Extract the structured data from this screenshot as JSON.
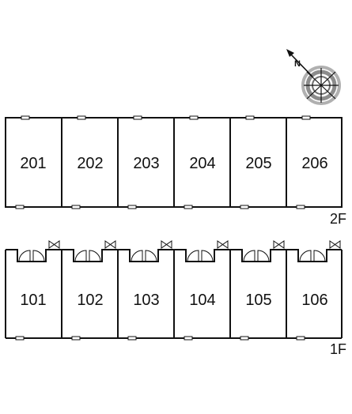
{
  "floors": [
    {
      "label": "2F",
      "units": [
        "201",
        "202",
        "203",
        "204",
        "205",
        "206"
      ]
    },
    {
      "label": "1F",
      "units": [
        "101",
        "102",
        "103",
        "104",
        "105",
        "106"
      ]
    }
  ],
  "compass": {
    "north_label": "N"
  },
  "colors": {
    "line": "#111111",
    "compass_ring": "#9a9a9a",
    "background": "#ffffff"
  }
}
